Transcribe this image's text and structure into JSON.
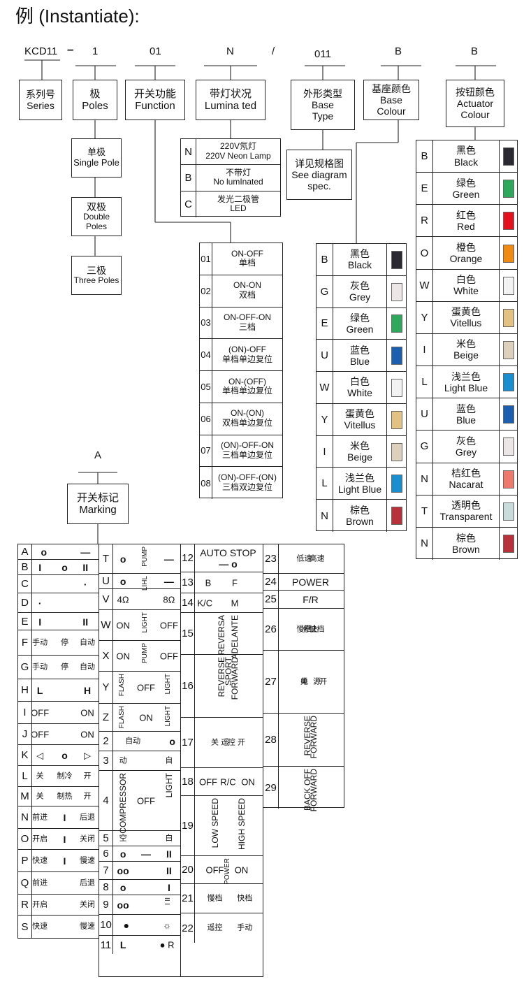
{
  "heading": "例 (Instantiate):",
  "code": {
    "series": "KCD11",
    "dash": "–",
    "poles": "1",
    "function": "01",
    "lamp": "N",
    "slash": "/",
    "base_type": "011",
    "base_colour": "B",
    "actuator_colour": "B"
  },
  "boxes": {
    "series": {
      "cn": "系列号",
      "en": "Series"
    },
    "poles": {
      "cn": "极",
      "en": "Poles"
    },
    "function": {
      "cn": "开关功能",
      "en": "Function"
    },
    "lamp": {
      "cn": "带灯状况",
      "en": "Lumina ted"
    },
    "base_type": {
      "cn": "外形类型",
      "en1": "Base",
      "en2": "Type"
    },
    "base_colour": {
      "cn": "基座颜色",
      "en1": "Base",
      "en2": "Colour"
    },
    "actuator_colour": {
      "cn": "按钮颜色",
      "en1": "Actuator",
      "en2": "Colour"
    },
    "marking": {
      "cn": "开关标记",
      "en": "Marking"
    }
  },
  "marking_code": "A",
  "base_type_note": {
    "cn": "详见规格图",
    "en1": "See diagram",
    "en2": "spec."
  },
  "pole_options": [
    {
      "cn": "单极",
      "en": "Single Pole"
    },
    {
      "cn": "双极",
      "en": "Double Poles"
    },
    {
      "cn": "三极",
      "en": "Three Poles"
    }
  ],
  "lamp_options": [
    {
      "code": "N",
      "l1": "220V氖灯",
      "l2": "220V Neon Lamp"
    },
    {
      "code": "B",
      "l1": "不带灯",
      "l2": "No lumInated"
    },
    {
      "code": "C",
      "l1": "发光二极管",
      "l2": "LED"
    }
  ],
  "function_options": [
    {
      "code": "01",
      "l1": "ON-OFF",
      "l2": "单档"
    },
    {
      "code": "02",
      "l1": "ON-ON",
      "l2": "双档"
    },
    {
      "code": "03",
      "l1": "ON-OFF-ON",
      "l2": "三档"
    },
    {
      "code": "04",
      "l1": "(ON)-OFF",
      "l2": "单档单边复位"
    },
    {
      "code": "05",
      "l1": "ON-(OFF)",
      "l2": "单档单边复位"
    },
    {
      "code": "06",
      "l1": "ON-(ON)",
      "l2": "双档单边复位"
    },
    {
      "code": "07",
      "l1": "(ON)-OFF-ON",
      "l2": "三档单边复位"
    },
    {
      "code": "08",
      "l1": "(ON)-OFF-(ON)",
      "l2": "三档双边复位"
    }
  ],
  "base_colours": [
    {
      "code": "B",
      "cn": "黑色",
      "en": "Black",
      "color": "#2b2a33"
    },
    {
      "code": "G",
      "cn": "灰色",
      "en": "Grey",
      "color": "#ece6e6"
    },
    {
      "code": "E",
      "cn": "绿色",
      "en": "Green",
      "color": "#2ea85a"
    },
    {
      "code": "U",
      "cn": "蓝色",
      "en": "Blue",
      "color": "#1c5fae"
    },
    {
      "code": "W",
      "cn": "白色",
      "en": "White",
      "color": "#f3f3f3"
    },
    {
      "code": "Y",
      "cn": "蛋黄色",
      "en": "Vitellus",
      "color": "#e3c383"
    },
    {
      "code": "I",
      "cn": "米色",
      "en": "Beige",
      "color": "#ddd0bd"
    },
    {
      "code": "L",
      "cn": "浅兰色",
      "en": "Light Blue",
      "color": "#1a8fd0"
    },
    {
      "code": "N",
      "cn": "棕色",
      "en": "Brown",
      "color": "#b8323c"
    }
  ],
  "actuator_colours": [
    {
      "code": "B",
      "cn": "黑色",
      "en": "Black",
      "color": "#2b2a33"
    },
    {
      "code": "E",
      "cn": "绿色",
      "en": "Green",
      "color": "#2ea85a"
    },
    {
      "code": "R",
      "cn": "红色",
      "en": "Red",
      "color": "#e3121e"
    },
    {
      "code": "O",
      "cn": "橙色",
      "en": "Orange",
      "color": "#f08a14"
    },
    {
      "code": "W",
      "cn": "白色",
      "en": "White",
      "color": "#f3f3f3"
    },
    {
      "code": "Y",
      "cn": "蛋黄色",
      "en": "Vitellus",
      "color": "#e3c383"
    },
    {
      "code": "I",
      "cn": "米色",
      "en": "Beige",
      "color": "#ddd0bd"
    },
    {
      "code": "L",
      "cn": "浅兰色",
      "en": "Light Blue",
      "color": "#1a8fd0"
    },
    {
      "code": "U",
      "cn": "蓝色",
      "en": "Blue",
      "color": "#1c5fae"
    },
    {
      "code": "G",
      "cn": "灰色",
      "en": "Grey",
      "color": "#ece6e6"
    },
    {
      "code": "N",
      "cn": "桔红色",
      "en": "Nacarat",
      "color": "#ee7a6e"
    },
    {
      "code": "T",
      "cn": "透明色",
      "en": "Transparent",
      "color": "#c9dcdc"
    },
    {
      "code": "N",
      "cn": "棕色",
      "en": "Brown",
      "color": "#b8323c"
    }
  ],
  "markings": {
    "col1": [
      {
        "code": "A",
        "items": [
          {
            "t": "o",
            "h": 0.18
          },
          {
            "t": "—",
            "h": 0.82
          }
        ]
      },
      {
        "code": "B",
        "items": [
          {
            "t": "I",
            "h": 0.12
          },
          {
            "t": "o",
            "h": 0.5
          },
          {
            "t": "II",
            "h": 0.82
          }
        ]
      },
      {
        "code": "C",
        "items": [
          {
            "t": "·",
            "h": 0.82
          }
        ]
      },
      {
        "code": "D",
        "items": [
          {
            "t": "·",
            "h": 0.12
          }
        ]
      },
      {
        "code": "E",
        "items": [
          {
            "t": "I",
            "h": 0.12
          },
          {
            "t": "II",
            "h": 0.82
          }
        ]
      },
      {
        "code": "F",
        "items": [
          {
            "t": "手动",
            "h": 0.12
          },
          {
            "t": "停",
            "h": 0.5
          },
          {
            "t": "自动",
            "h": 0.85
          }
        ]
      },
      {
        "code": "G",
        "items": [
          {
            "t": "手动",
            "h": 0.12
          },
          {
            "t": "停",
            "h": 0.5
          },
          {
            "t": "自动",
            "h": 0.85
          }
        ]
      },
      {
        "code": "H",
        "items": [
          {
            "t": "L",
            "h": 0.12
          },
          {
            "t": "H",
            "h": 0.85
          }
        ]
      },
      {
        "code": "I",
        "items": [
          {
            "t": "OFF",
            "h": 0.12
          },
          {
            "t": "ON",
            "h": 0.85
          }
        ]
      },
      {
        "code": "J",
        "items": [
          {
            "t": "OFF",
            "h": 0.12
          },
          {
            "t": "ON",
            "h": 0.85
          }
        ]
      },
      {
        "code": "K",
        "items": [
          {
            "t": "◁",
            "h": 0.12
          },
          {
            "t": "o",
            "h": 0.5
          },
          {
            "t": "▷",
            "h": 0.85
          }
        ]
      },
      {
        "code": "L",
        "items": [
          {
            "t": "关",
            "h": 0.12
          },
          {
            "t": "制冷",
            "h": 0.5
          },
          {
            "t": "开",
            "h": 0.85
          }
        ]
      },
      {
        "code": "M",
        "items": [
          {
            "t": "关",
            "h": 0.12
          },
          {
            "t": "制热",
            "h": 0.5
          },
          {
            "t": "开",
            "h": 0.85
          }
        ]
      },
      {
        "code": "N",
        "items": [
          {
            "t": "前进",
            "h": 0.12
          },
          {
            "t": "I",
            "h": 0.5
          },
          {
            "t": "后退",
            "h": 0.85
          }
        ]
      },
      {
        "code": "O",
        "items": [
          {
            "t": "开启",
            "h": 0.12
          },
          {
            "t": "I",
            "h": 0.5
          },
          {
            "t": "关闭",
            "h": 0.85
          }
        ]
      },
      {
        "code": "P",
        "items": [
          {
            "t": "快速",
            "h": 0.12
          },
          {
            "t": "I",
            "h": 0.5
          },
          {
            "t": "慢速",
            "h": 0.85
          }
        ]
      },
      {
        "code": "Q",
        "items": [
          {
            "t": "前进",
            "h": 0.12
          },
          {
            "t": "后退",
            "h": 0.85
          }
        ]
      },
      {
        "code": "R",
        "items": [
          {
            "t": "开启",
            "h": 0.12
          },
          {
            "t": "关闭",
            "h": 0.85
          }
        ]
      },
      {
        "code": "S",
        "items": [
          {
            "t": "快速",
            "h": 0.12
          },
          {
            "t": "慢速",
            "h": 0.85
          }
        ]
      }
    ],
    "col2": [
      {
        "code": "T",
        "items": [
          {
            "t": "o",
            "h": 0.15
          },
          {
            "t": "PUMP",
            "h": 0.5
          },
          {
            "t": "—",
            "h": 0.85
          }
        ]
      },
      {
        "code": "U",
        "items": [
          {
            "t": "o",
            "h": 0.15
          },
          {
            "t": "LIHL",
            "h": 0.5
          },
          {
            "t": "—",
            "h": 0.85
          }
        ]
      },
      {
        "code": "V",
        "items": [
          {
            "t": "4Ω",
            "h": 0.15
          },
          {
            "t": "8Ω",
            "h": 0.85
          }
        ]
      },
      {
        "code": "W",
        "items": [
          {
            "t": "ON",
            "h": 0.15
          },
          {
            "t": "LIGHT",
            "h": 0.5
          },
          {
            "t": "OFF",
            "h": 0.85
          }
        ]
      },
      {
        "code": "X",
        "items": [
          {
            "t": "ON",
            "h": 0.15
          },
          {
            "t": "PUMP",
            "h": 0.5
          },
          {
            "t": "OFF",
            "h": 0.85
          }
        ]
      },
      {
        "code": "Y",
        "items": [
          {
            "t": "FLASH",
            "h": 0.15
          },
          {
            "t": "OFF",
            "h": 0.5
          },
          {
            "t": "LIGHT",
            "h": 0.85
          }
        ]
      },
      {
        "code": "Z",
        "items": [
          {
            "t": "FLASH",
            "h": 0.15
          },
          {
            "t": "ON",
            "h": 0.5
          },
          {
            "t": "LIGHT",
            "h": 0.85
          }
        ]
      },
      {
        "code": "2",
        "items": [
          {
            "t": "自动",
            "h": 0.3
          },
          {
            "t": "o",
            "h": 0.9
          }
        ]
      },
      {
        "code": "3",
        "items": [
          {
            "t": "动",
            "h": 0.15
          },
          {
            "t": "自",
            "h": 0.85
          }
        ]
      },
      {
        "code": "4",
        "items": [
          {
            "t": "COMPRESSOR",
            "h": 0.15
          },
          {
            "t": "OFF",
            "h": 0.5
          },
          {
            "t": "LIGHT",
            "h": 0.85
          }
        ]
      },
      {
        "code": "5",
        "items": [
          {
            "t": "空",
            "h": 0.15
          },
          {
            "t": "白",
            "h": 0.85
          }
        ]
      },
      {
        "code": "6",
        "items": [
          {
            "t": "o",
            "h": 0.15
          },
          {
            "t": "—",
            "h": 0.5
          },
          {
            "t": "II",
            "h": 0.85
          }
        ]
      },
      {
        "code": "7",
        "items": [
          {
            "t": "oo",
            "h": 0.15
          },
          {
            "t": "II",
            "h": 0.85
          }
        ]
      },
      {
        "code": "8",
        "items": [
          {
            "t": "o",
            "h": 0.15
          },
          {
            "t": "I",
            "h": 0.85
          }
        ]
      },
      {
        "code": "9",
        "items": [
          {
            "t": "oo",
            "h": 0.15
          },
          {
            "t": "I II",
            "h": 0.85
          }
        ]
      },
      {
        "code": "10",
        "items": [
          {
            "t": "●",
            "h": 0.2
          },
          {
            "t": "☼",
            "h": 0.82
          }
        ]
      },
      {
        "code": "11",
        "items": [
          {
            "t": "L",
            "h": 0.15
          },
          {
            "t": "● R",
            "h": 0.82
          }
        ]
      }
    ],
    "col3": [
      {
        "code": "12",
        "items": [
          {
            "t": "AUTO STOP",
            "h": 0.5
          },
          {
            "t": "— o",
            "h": 0.5
          }
        ]
      },
      {
        "code": "13",
        "items": [
          {
            "t": "B",
            "h": 0.2
          },
          {
            "t": "F",
            "h": 0.6
          }
        ]
      },
      {
        "code": "14",
        "items": [
          {
            "t": "K/C",
            "h": 0.15
          },
          {
            "t": "M",
            "h": 0.6
          }
        ]
      },
      {
        "code": "15",
        "items": [
          {
            "t": "REVERSA",
            "h": 0.4
          },
          {
            "t": "ADELANTE",
            "h": 0.6
          }
        ]
      },
      {
        "code": "16",
        "items": [
          {
            "t": "REVERSE",
            "h": 0.4
          },
          {
            "t": "SPORT",
            "h": 0.5
          },
          {
            "t": "FORWARD",
            "h": 0.6
          }
        ]
      },
      {
        "code": "17",
        "items": [
          {
            "t": "遥",
            "h": 0.45
          },
          {
            "t": "关",
            "h": 0.3
          },
          {
            "t": "开",
            "h": 0.7
          },
          {
            "t": "控",
            "h": 0.55
          }
        ]
      },
      {
        "code": "18",
        "items": [
          {
            "t": "OFF",
            "h": 0.2
          },
          {
            "t": "R/C",
            "h": 0.5
          },
          {
            "t": "ON",
            "h": 0.8
          }
        ]
      },
      {
        "code": "19",
        "items": [
          {
            "t": "LOW SPEED",
            "h": 0.3
          },
          {
            "t": "HIGH SPEED",
            "h": 0.7
          }
        ]
      },
      {
        "code": "20",
        "items": [
          {
            "t": "OFF",
            "h": 0.3
          },
          {
            "t": "POWER",
            "h": 0.5
          },
          {
            "t": "ON",
            "h": 0.7
          }
        ]
      },
      {
        "code": "21",
        "items": [
          {
            "t": "慢档",
            "h": 0.3
          },
          {
            "t": "快档",
            "h": 0.75
          }
        ]
      },
      {
        "code": "22",
        "items": [
          {
            "t": "遥控",
            "h": 0.3
          },
          {
            "t": "手动",
            "h": 0.75
          }
        ]
      }
    ],
    "col4": [
      {
        "code": "23",
        "items": [
          {
            "t": "低速",
            "h": 0.4
          },
          {
            "t": "高速",
            "h": 0.6
          }
        ]
      },
      {
        "code": "24",
        "items": [
          {
            "t": "POWER",
            "h": 0.5
          }
        ]
      },
      {
        "code": "25",
        "items": [
          {
            "t": "F/R",
            "h": 0.5
          }
        ]
      },
      {
        "code": "26",
        "items": [
          {
            "t": "慢档",
            "h": 0.4
          },
          {
            "t": "停止",
            "h": 0.5
          },
          {
            "t": "快档",
            "h": 0.6
          }
        ]
      },
      {
        "code": "27",
        "items": [
          {
            "t": "电",
            "h": 0.4
          },
          {
            "t": "开",
            "h": 0.7
          },
          {
            "t": "关",
            "h": 0.4
          },
          {
            "t": "源",
            "h": 0.6
          }
        ]
      },
      {
        "code": "28",
        "items": [
          {
            "t": "REVERSE",
            "h": 0.45
          },
          {
            "t": "FORWARD",
            "h": 0.55
          }
        ]
      },
      {
        "code": "29",
        "items": [
          {
            "t": "BACK OFF",
            "h": 0.45
          },
          {
            "t": "FORWARD",
            "h": 0.55
          }
        ]
      }
    ]
  }
}
